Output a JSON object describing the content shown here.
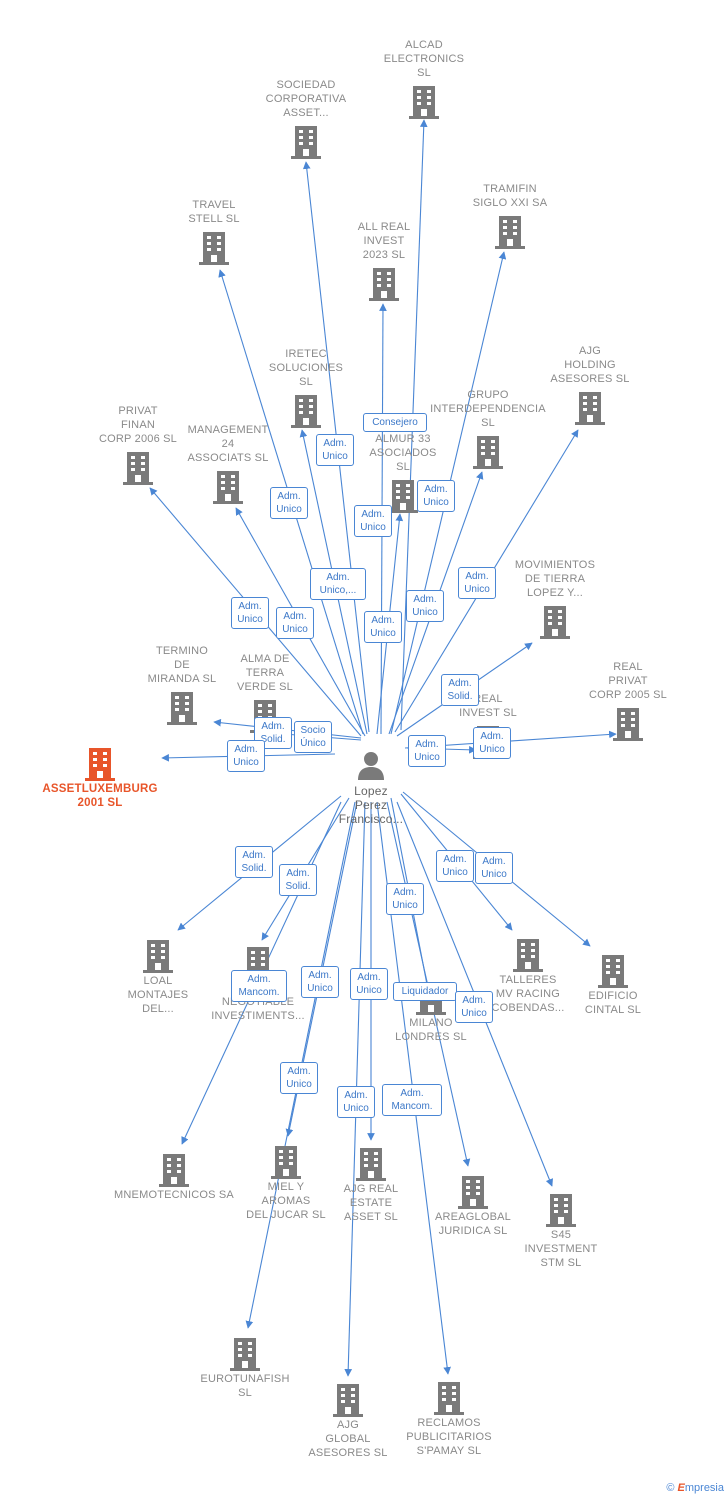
{
  "person": {
    "name": "Lopez\nPerez\nFrancisco..."
  },
  "companies": [
    {
      "id": "alcad",
      "label": "ALCAD\nELECTRONICS\nSL"
    },
    {
      "id": "sociedad",
      "label": "SOCIEDAD\nCORPORATIVA\nASSET..."
    },
    {
      "id": "tramifin",
      "label": "TRAMIFIN\nSIGLO XXI SA"
    },
    {
      "id": "travel",
      "label": "TRAVEL\nSTELL  SL"
    },
    {
      "id": "allreal",
      "label": "ALL REAL\nINVEST\n2023  SL"
    },
    {
      "id": "ajgholding",
      "label": "AJG\nHOLDING\nASESORES  SL"
    },
    {
      "id": "iretec",
      "label": "IRETEC\nSOLUCIONES\nSL"
    },
    {
      "id": "grupo",
      "label": "GRUPO\nINTERDEPENDENCIA\nSL"
    },
    {
      "id": "privatfinan",
      "label": "PRIVAT\nFINAN\nCORP 2006  SL"
    },
    {
      "id": "management",
      "label": "MANAGEMENT\n24\nASSOCIATS  SL"
    },
    {
      "id": "almur",
      "label": "ALMUR 33\nASOCIADOS\nSL"
    },
    {
      "id": "movimientos",
      "label": "MOVIMIENTOS\nDE TIERRA\nLOPEZ Y..."
    },
    {
      "id": "termino",
      "label": "TERMINO\nDE\nMIRANDA SL"
    },
    {
      "id": "alma",
      "label": "ALMA DE\nTERRA\nVERDE  SL"
    },
    {
      "id": "realinvest",
      "label": "REAL\nINVEST  SL"
    },
    {
      "id": "realprivat",
      "label": "REAL\nPRIVAT\nCORP 2005  SL"
    },
    {
      "id": "assetlux",
      "label": "ASSETLUXEMBURG\n2001  SL"
    },
    {
      "id": "loal",
      "label": "LOAL\nMONTAJES\nDEL..."
    },
    {
      "id": "negotiable",
      "label": "M...\nNEGOTIABLE\nINVESTIMENTS..."
    },
    {
      "id": "talleres",
      "label": "TALLERES\nMV RACING\nCOBENDAS..."
    },
    {
      "id": "edificio",
      "label": "EDIFICIO\nCINTAL  SL"
    },
    {
      "id": "milano",
      "label": "MILANO\nLONDRES  SL"
    },
    {
      "id": "mnemo",
      "label": "MNEMOTECNICOS SA"
    },
    {
      "id": "miel",
      "label": "MIEL Y\nAROMAS\nDEL JUCAR  SL"
    },
    {
      "id": "ajgreal",
      "label": "AJG REAL\nESTATE\nASSET  SL"
    },
    {
      "id": "areaglobal",
      "label": "AREAGLOBAL\nJURIDICA  SL"
    },
    {
      "id": "s45",
      "label": "S45\nINVESTMENT\nSTM  SL"
    },
    {
      "id": "eurotuna",
      "label": "EUROTUNAFISH\nSL"
    },
    {
      "id": "ajgglobal",
      "label": "AJG\nGLOBAL\nASESORES  SL"
    },
    {
      "id": "reclamos",
      "label": "RECLAMOS\nPUBLICITARIOS\nS'PAMAY SL"
    }
  ],
  "roles": [
    {
      "id": "r1",
      "text": "Consejero"
    },
    {
      "id": "r2",
      "text": "Adm.\nUnico"
    },
    {
      "id": "r3",
      "text": "Adm.\nUnico"
    },
    {
      "id": "r4",
      "text": "Adm.\nUnico"
    },
    {
      "id": "r5",
      "text": "Adm.\nUnico"
    },
    {
      "id": "r6",
      "text": "Adm.\nUnico,..."
    },
    {
      "id": "r7",
      "text": "Adm.\nUnico"
    },
    {
      "id": "r8",
      "text": "Adm.\nUnico"
    },
    {
      "id": "r9",
      "text": "Adm.\nUnico"
    },
    {
      "id": "r10",
      "text": "Adm.\nUnico"
    },
    {
      "id": "r11",
      "text": "Adm.\nUnico"
    },
    {
      "id": "r12",
      "text": "Adm.\nSolid."
    },
    {
      "id": "r13",
      "text": "Adm.\nSolid."
    },
    {
      "id": "r14",
      "text": "Socio\nÚnico"
    },
    {
      "id": "r15",
      "text": "Adm.\nUnico"
    },
    {
      "id": "r16",
      "text": "Adm.\nUnico"
    },
    {
      "id": "r17",
      "text": "Adm.\nUnico"
    },
    {
      "id": "r18",
      "text": "Adm.\nSolid."
    },
    {
      "id": "r19",
      "text": "Adm.\nUnico"
    },
    {
      "id": "r20",
      "text": "Adm.\nUnico"
    },
    {
      "id": "r21",
      "text": "Adm.\nSolid."
    },
    {
      "id": "r22",
      "text": "Adm.\nUnico"
    },
    {
      "id": "r23",
      "text": "Adm.\nMancom."
    },
    {
      "id": "r24",
      "text": "Adm.\nUnico"
    },
    {
      "id": "r25",
      "text": "Adm.\nUnico"
    },
    {
      "id": "r26",
      "text": "Liquidador"
    },
    {
      "id": "r27",
      "text": "Adm.\nUnico"
    },
    {
      "id": "r28",
      "text": "Adm.\nUnico"
    },
    {
      "id": "r29",
      "text": "Adm.\nUnico"
    },
    {
      "id": "r30",
      "text": "Adm.\nMancom."
    }
  ],
  "colors": {
    "edge": "#4a86d4",
    "building": "#7a7a7a",
    "highlight": "#e8552a"
  },
  "footer": {
    "copyright": "©",
    "brand_initial": "E",
    "brand_rest": "mpresia"
  }
}
